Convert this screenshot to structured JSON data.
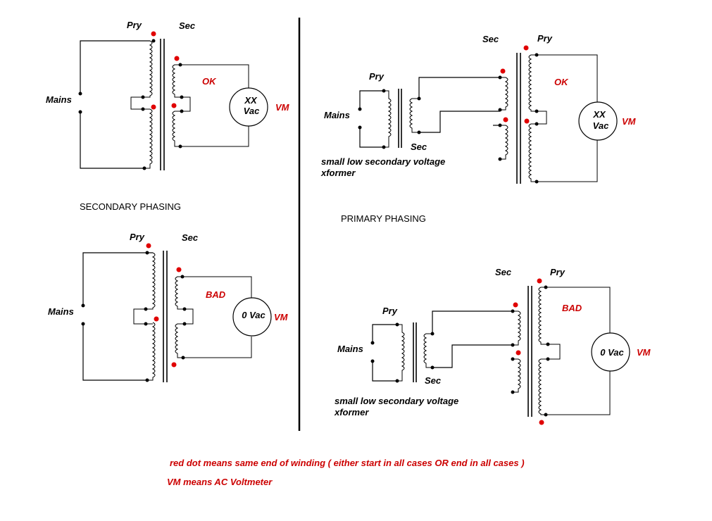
{
  "colors": {
    "red_dot": "#e00000",
    "red_text": "#cc0000",
    "ink": "#000000"
  },
  "diagrams": {
    "secondary_ok": {
      "pry": "Pry",
      "sec": "Sec",
      "mains": "Mains",
      "status": "OK",
      "meter_line1": "XX",
      "meter_line2": "Vac",
      "vm": "VM"
    },
    "secondary_bad": {
      "pry": "Pry",
      "sec": "Sec",
      "mains": "Mains",
      "status": "BAD",
      "meter_line1": "0 Vac",
      "vm": "VM"
    },
    "primary_ok": {
      "small_pry": "Pry",
      "small_sec": "Sec",
      "sec": "Sec",
      "pry": "Pry",
      "mains": "Mains",
      "status": "OK",
      "meter_line1": "XX",
      "meter_line2": "Vac",
      "vm": "VM",
      "note_line1": "small low secondary voltage",
      "note_line2": "xformer"
    },
    "primary_bad": {
      "small_pry": "Pry",
      "small_sec": "Sec",
      "sec": "Sec",
      "pry": "Pry",
      "mains": "Mains",
      "status": "BAD",
      "meter_line1": "0 Vac",
      "vm": "VM",
      "note_line1": "small low secondary voltage",
      "note_line2": "xformer"
    }
  },
  "headings": {
    "secondary": "SECONDARY PHASING",
    "primary": "PRIMARY PHASING"
  },
  "footer": {
    "line1": "red dot means same end of winding ( either start in all cases OR end in all cases )",
    "line2": "VM means AC Voltmeter"
  }
}
